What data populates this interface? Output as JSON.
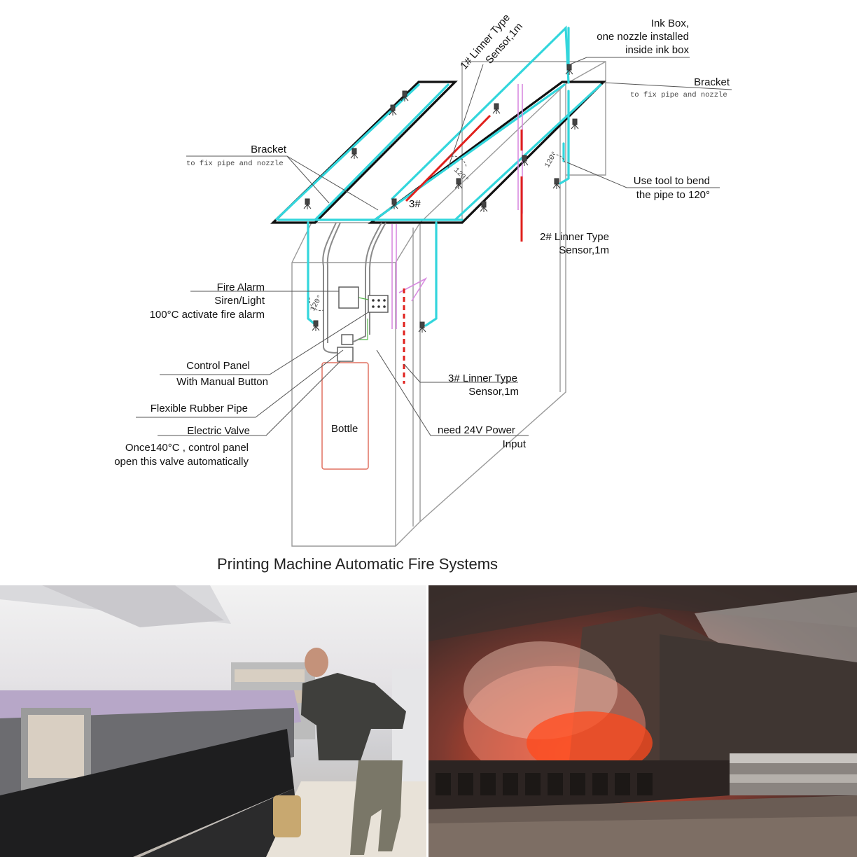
{
  "diagram": {
    "title": "Printing Machine Automatic Fire Systems",
    "labels": {
      "ink_box_1": "Ink Box,",
      "ink_box_2": "one nozzle installed",
      "ink_box_3": "inside ink box",
      "bracket_right": "Bracket",
      "bracket_right_sub": "to fix pipe and nozzle",
      "bracket_left": "Bracket",
      "bracket_left_sub": "to fix pipe and nozzle",
      "sensor1_1": "1# Linner Type",
      "sensor1_2": "Sensor,1m",
      "bend_1": "Use tool to bend",
      "bend_2": "the pipe to 120°",
      "sensor2_1": "2# Linner Type",
      "sensor2_2": "Sensor,1m",
      "sensor3_tag": "3#",
      "angle_top": "120°",
      "angle_right": "120°",
      "angle_left": "120°",
      "fire_alarm_1": "Fire Alarm",
      "fire_alarm_2": "Siren/Light",
      "fire_alarm_3": "100°C activate fire alarm",
      "control_panel_1": "Control Panel",
      "control_panel_2": "With Manual Button",
      "rubber_pipe": "Flexible Rubber Pipe",
      "valve_1": "Electric Valve",
      "valve_2": "Once140°C , control panel",
      "valve_3": "open this valve automatically",
      "sensor3_1": "3# Linner Type",
      "sensor3_2": "Sensor,1m",
      "power_1": "need 24V Power",
      "power_2": "Input",
      "bottle": "Bottle"
    },
    "colors": {
      "pipe": "#33d6dc",
      "sensor": "#e0201c",
      "wire": "#d88ae0",
      "frame": "#111111",
      "cabinet": "#9a9a9a",
      "bottle": "#e07060",
      "nozzle_fitting": "#f0b070"
    }
  },
  "photos": {
    "left": "printer-operator-photo",
    "right": "steel-mill-fire-photo"
  }
}
